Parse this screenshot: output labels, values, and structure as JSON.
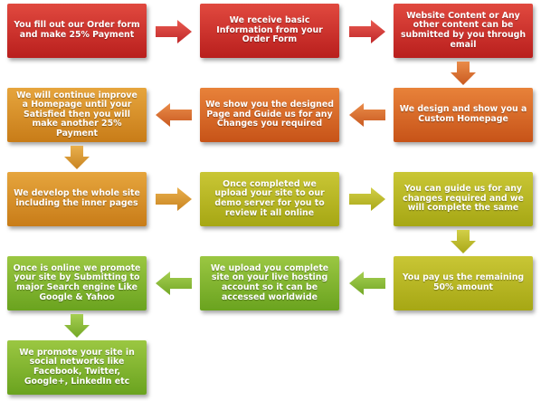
{
  "steps": [
    {
      "text": "You fill out our Order form and make 25% Payment"
    },
    {
      "text": "We receive basic Information from your Order Form"
    },
    {
      "text": "Website Content or Any other content can be submitted by you through email"
    },
    {
      "text": "We design and show you a Custom Homepage"
    },
    {
      "text": "We show you the designed Page and Guide us for any Changes you required"
    },
    {
      "text": "We will continue improve a Homepage until your Satisfied then you will make another 25% Payment"
    },
    {
      "text": "We develop the whole site including the inner pages"
    },
    {
      "text": "Once completed we upload your site to our demo server for you to review it all online"
    },
    {
      "text": "You can guide us for any changes required and we will complete the same"
    },
    {
      "text": "You pay us the remaining 50% amount"
    },
    {
      "text": "We upload you complete site on your live hosting account so it can be accessed worldwide"
    },
    {
      "text": "Once is online we promote your site by Submitting to major Search engine Like Google & Yahoo"
    },
    {
      "text": "We promote your site in social networks like Facebook, Twitter, Google+, LinkedIn etc"
    }
  ],
  "colors": {
    "red": "#c9302a",
    "orange": "#d9642a",
    "amber": "#d68f28",
    "olive": "#b6b524",
    "green": "#7fb331"
  }
}
